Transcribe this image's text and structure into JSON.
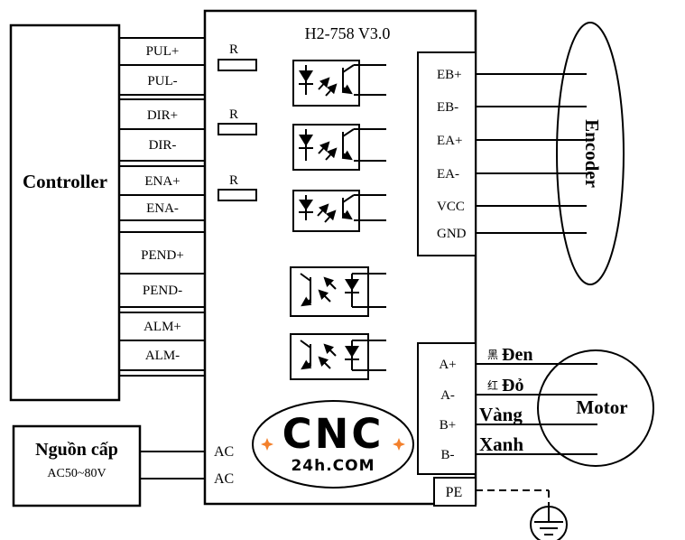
{
  "title": "H2-758 V3.0",
  "controller": {
    "label": "Controller"
  },
  "power_supply": {
    "label": "Nguồn cấp",
    "voltage": "AC50~80V"
  },
  "control_signals": [
    "PUL+",
    "PUL-",
    "DIR+",
    "DIR-",
    "ENA+",
    "ENA-",
    "PEND+",
    "PEND-",
    "ALM+",
    "ALM-"
  ],
  "resistor": {
    "label": "R"
  },
  "ac_input": {
    "labels": [
      "AC",
      "AC"
    ]
  },
  "encoder": {
    "label": "Encoder",
    "pins": [
      "EB+",
      "EB-",
      "EA+",
      "EA-",
      "VCC",
      "GND"
    ]
  },
  "motor": {
    "label": "Motor",
    "pins": [
      "A+",
      "A-",
      "B+",
      "B-"
    ],
    "wire_colors": [
      {
        "cn": "黑",
        "label": "Đen"
      },
      {
        "cn": "红",
        "label": "Đỏ"
      },
      {
        "cn": "",
        "label": "Vàng"
      },
      {
        "cn": "",
        "label": "Xanh"
      }
    ]
  },
  "ground": {
    "pe_label": "PE"
  },
  "logo": {
    "name": "CNC",
    "domain": "24h.COM",
    "color": "#F3802C"
  }
}
